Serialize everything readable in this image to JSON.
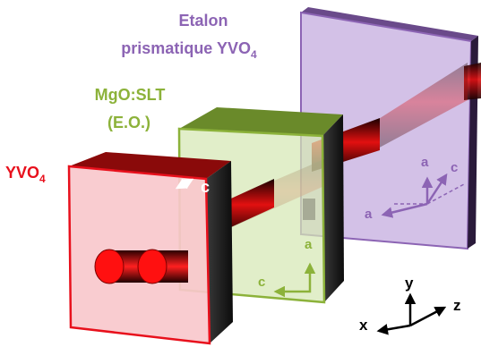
{
  "labels": {
    "etalon_line1": "Etalon",
    "etalon_line2": "prismatique YVO",
    "etalon_sub": "4",
    "mgo_line1": "MgO:SLT",
    "mgo_line2": "(E.O.)",
    "yvo4_main": "YVO",
    "yvo4_sub": "4"
  },
  "crystal_axes": {
    "yvo4_c": "c",
    "mgo_a": "a",
    "mgo_c": "c",
    "etalon_a_up": "a",
    "etalon_c": "c",
    "etalon_a_left": "a"
  },
  "frame_axes": {
    "x": "x",
    "y": "y",
    "z": "z"
  },
  "colors": {
    "yvo4": "#e8101c",
    "mgo": "#8cb23a",
    "etalon": "#8c64b4",
    "beam": "#d40000",
    "etalon_label": "#8c64b4",
    "mgo_label": "#8cb23a",
    "yvo4_label": "#e8101c"
  }
}
